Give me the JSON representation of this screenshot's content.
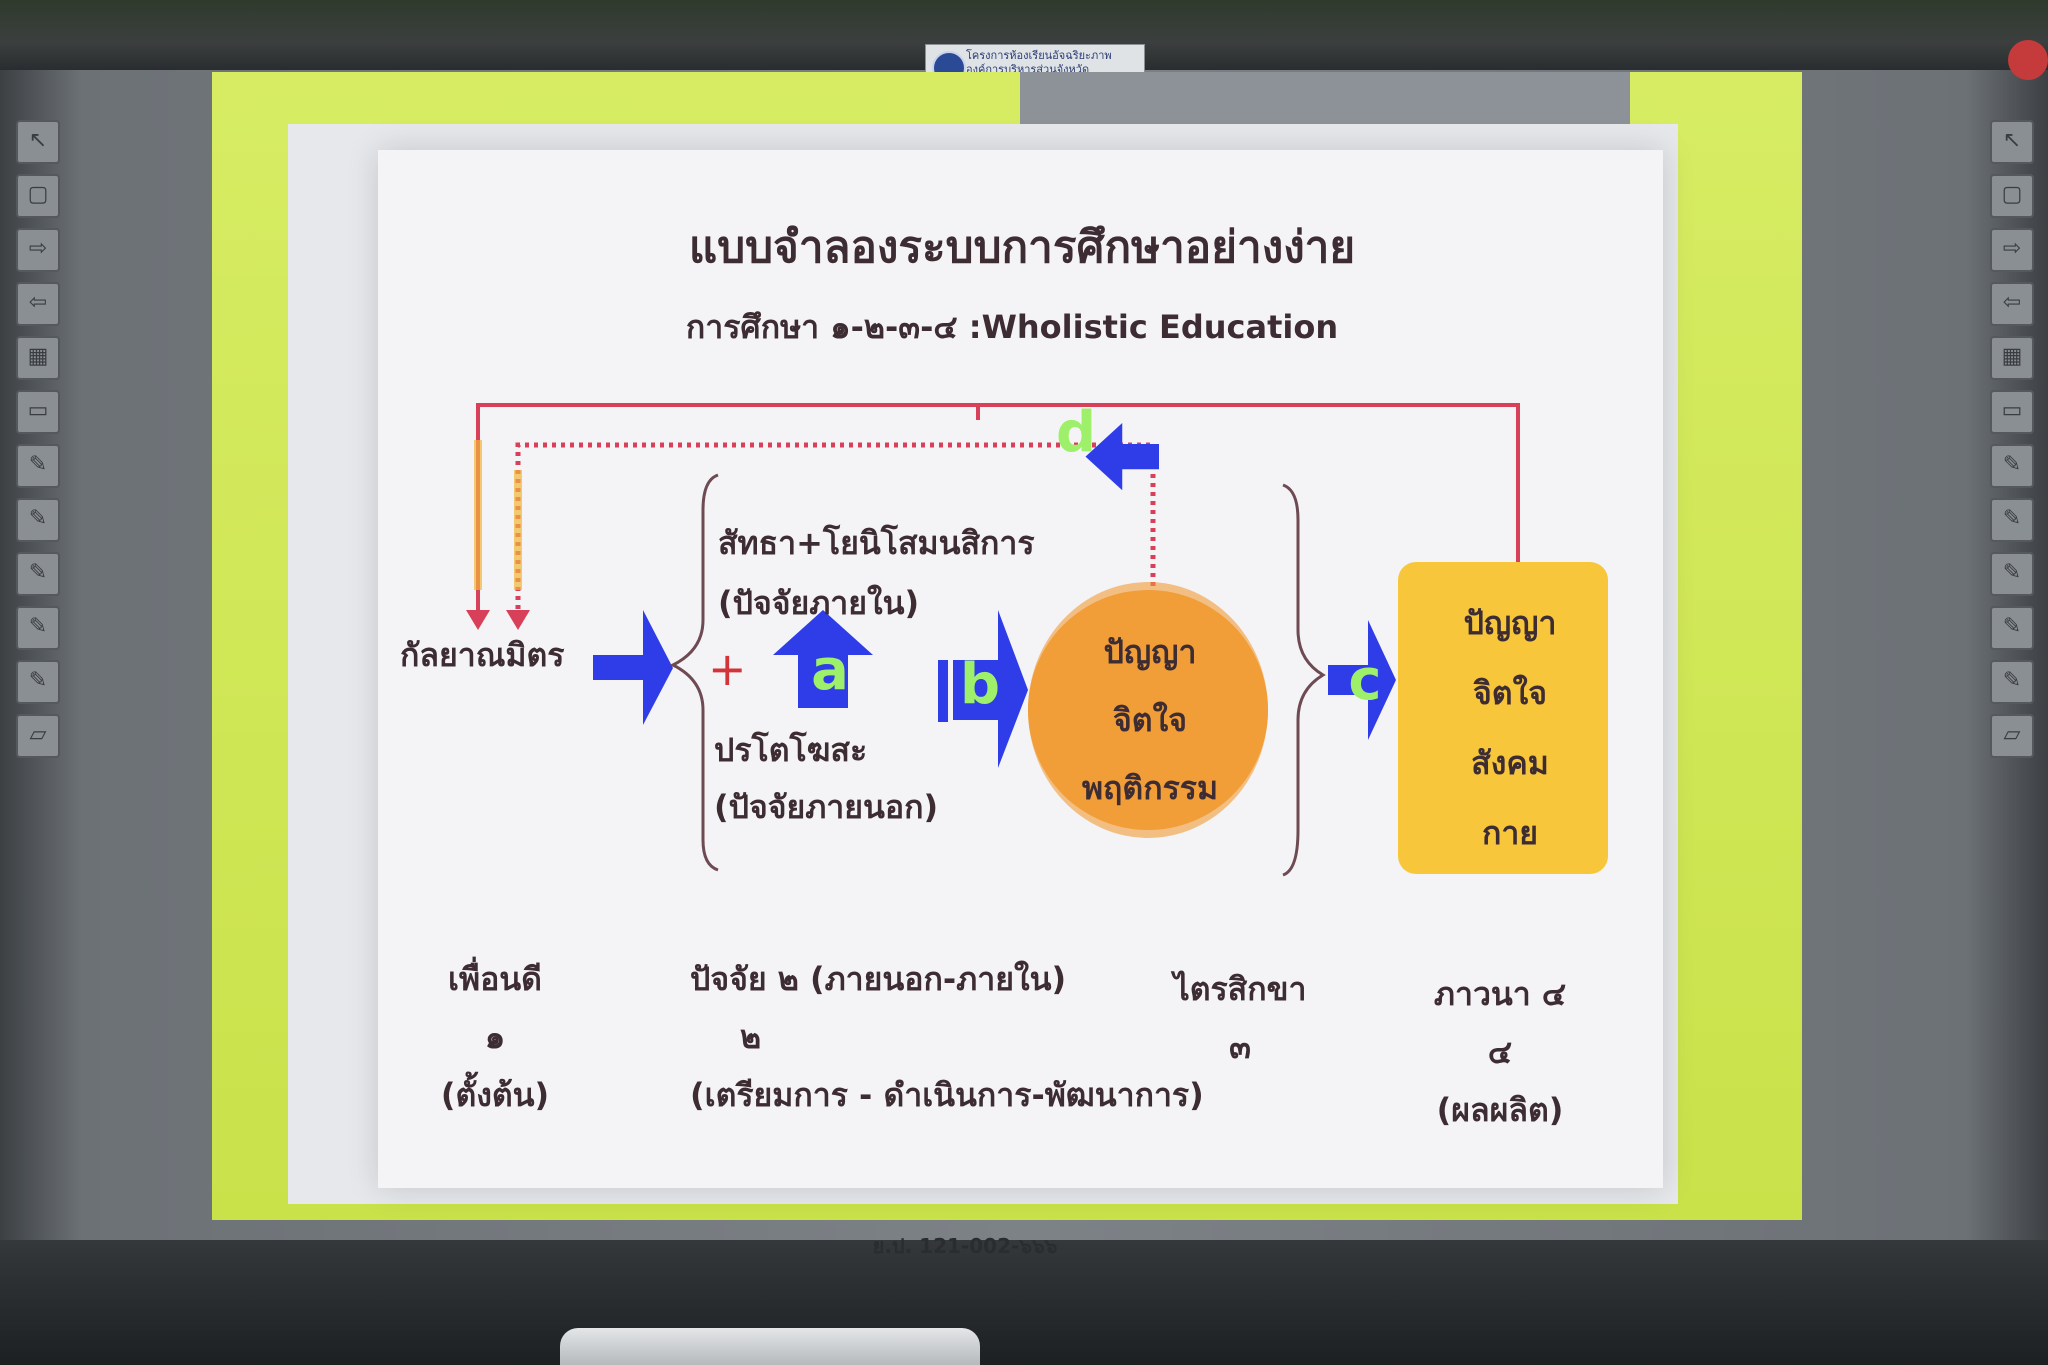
{
  "header": {
    "logo_line1": "โครงการห้องเรียนอัจฉริยะภาพ",
    "logo_line2": "องค์การบริหารส่วนจังหวัดสมุทรปราการ"
  },
  "slide": {
    "title": "แบบจำลองระบบการศึกษาอย่างง่าย",
    "subtitle": "การศึกษา ๑-๒-๓-๔ :Wholistic Education",
    "source_label": "กัลยาณมิตร",
    "inner_factor": "สัทธา+โยนิโสมนสิการ",
    "inner_factor_note": "(ปัจจัยภายใน)",
    "plus_sign": "+",
    "outer_factor": "ปรโตโฆสะ",
    "outer_factor_note": "(ปัจจัยภายนอก)",
    "circle_lines": [
      "ปัญญา",
      "จิตใจ",
      "พฤติกรรม"
    ],
    "box_lines": [
      "ปัญญา",
      "จิตใจ",
      "สังคม",
      "กาย"
    ],
    "markers": {
      "a": "a",
      "b": "b",
      "c": "c",
      "d": "d"
    },
    "columns": [
      {
        "lines": [
          "เพื่อนดี",
          "๑",
          "(ตั้งต้น)"
        ]
      },
      {
        "lines": [
          "ปัจจัย ๒ (ภายนอก-ภายใน)",
          "๒",
          "(เตรียมการ - ดำเนินการ-พัฒนาการ)"
        ]
      },
      {
        "lines": [
          "ไตรสิกขา",
          "๓"
        ]
      },
      {
        "lines": [
          "ภาวนา ๔",
          "๔",
          "(ผลผลิต)"
        ]
      }
    ]
  },
  "board_code": "ย.ป. 121-002-๖๖๖",
  "colors": {
    "projection_bg": "#d0e653",
    "slide_bg": "#f4f4f6",
    "arrow_blue": "#2e3de8",
    "circle_orange": "#f2a23e",
    "box_yellow": "#f7c63a",
    "feedback_red": "#d8405a",
    "marker_green": "#9ef06a"
  },
  "icons": [
    "cursor-icon",
    "new-page-icon",
    "next-arrow-icon",
    "prev-arrow-icon",
    "grid-icon",
    "folder-icon",
    "pen-icon",
    "eraser-icon"
  ]
}
